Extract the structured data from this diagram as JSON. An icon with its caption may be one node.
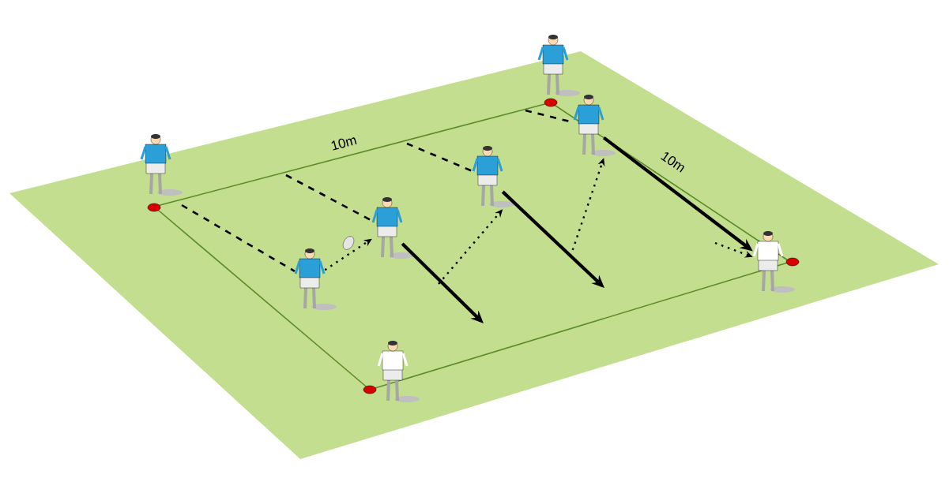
{
  "diagram": {
    "nodes": [
      {
        "text": [],
        "shape": "person"
      },
      {
        "text": [],
        "shape": "person"
      },
      {
        "text": [],
        "shape": "person"
      },
      {
        "text": [],
        "shape": "person"
      },
      {
        "text": [],
        "shape": "person"
      },
      {
        "text": [],
        "shape": "person"
      },
      {
        "text": [],
        "shape": "person"
      },
      {
        "text": [],
        "shape": "person"
      }
    ],
    "edges": [
      {
        "from": 0,
        "to": 1,
        "arrow": "none",
        "style": "dashed"
      },
      {
        "from": null,
        "to": 2,
        "arrow": "none",
        "style": "dashed"
      },
      {
        "from": 2,
        "to": null,
        "arrow": "to"
      },
      {
        "from": null,
        "to": 3,
        "arrow": "none",
        "style": "dashed"
      },
      {
        "from": 3,
        "to": null,
        "arrow": "to"
      },
      {
        "from": null,
        "to": 5,
        "arrow": "none",
        "style": "dashed"
      },
      {
        "from": 5,
        "to": 7,
        "arrow": "to"
      },
      {
        "from": 1,
        "to": 2,
        "arrow": "to",
        "style": "dashed"
      },
      {
        "from": null,
        "to": 3,
        "arrow": "to",
        "style": "dashed"
      },
      {
        "from": null,
        "to": 5,
        "arrow": "to",
        "style": "dashed"
      },
      {
        "from": null,
        "to": 7,
        "arrow": "to",
        "style": "dashed"
      }
    ],
    "labels": [
      "10m",
      "10m"
    ]
  }
}
